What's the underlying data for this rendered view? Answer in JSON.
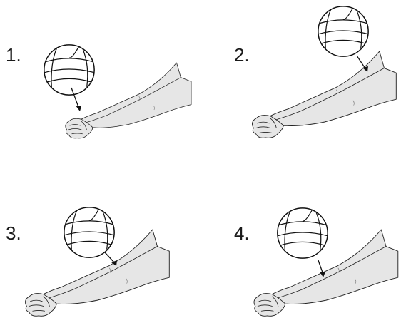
{
  "panels": [
    {
      "label": "1."
    },
    {
      "label": "2."
    },
    {
      "label": "3."
    },
    {
      "label": "4."
    }
  ]
}
